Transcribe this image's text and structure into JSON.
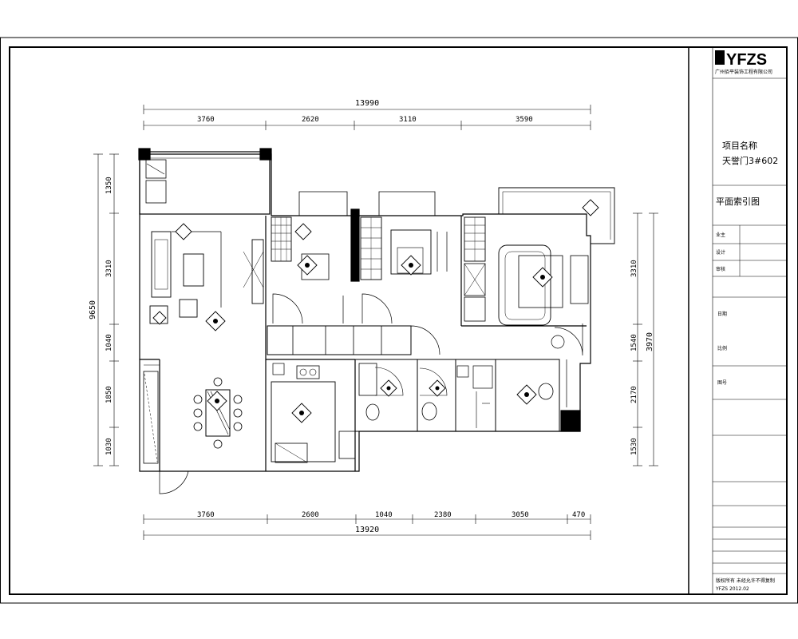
{
  "title_block": {
    "logo": "YFZS",
    "logo_subtitle": "广州佰平装饰工程有限公司",
    "project_label": "项目名称",
    "project_name": "天誉门3#602",
    "drawing_title": "平面索引图",
    "fields": [
      "业主",
      "设计",
      "审核",
      "日期",
      "比例",
      "图号"
    ],
    "footer_line1": "版权所有 未经允许不得复制",
    "footer_line2": "YFZS 2012.02"
  },
  "dimensions": {
    "top_total": "13990",
    "top": [
      "3760",
      "2620",
      "3110",
      "3590"
    ],
    "bottom_total": "13920",
    "bottom": [
      "3760",
      "2600",
      "1040",
      "2380",
      "3050",
      "470"
    ],
    "left_total": "9650",
    "left": [
      "1350",
      "3310",
      "1040",
      "1850",
      "1030"
    ],
    "right_total": "3970",
    "right": [
      "3310",
      "1540",
      "2170",
      "1530"
    ]
  }
}
